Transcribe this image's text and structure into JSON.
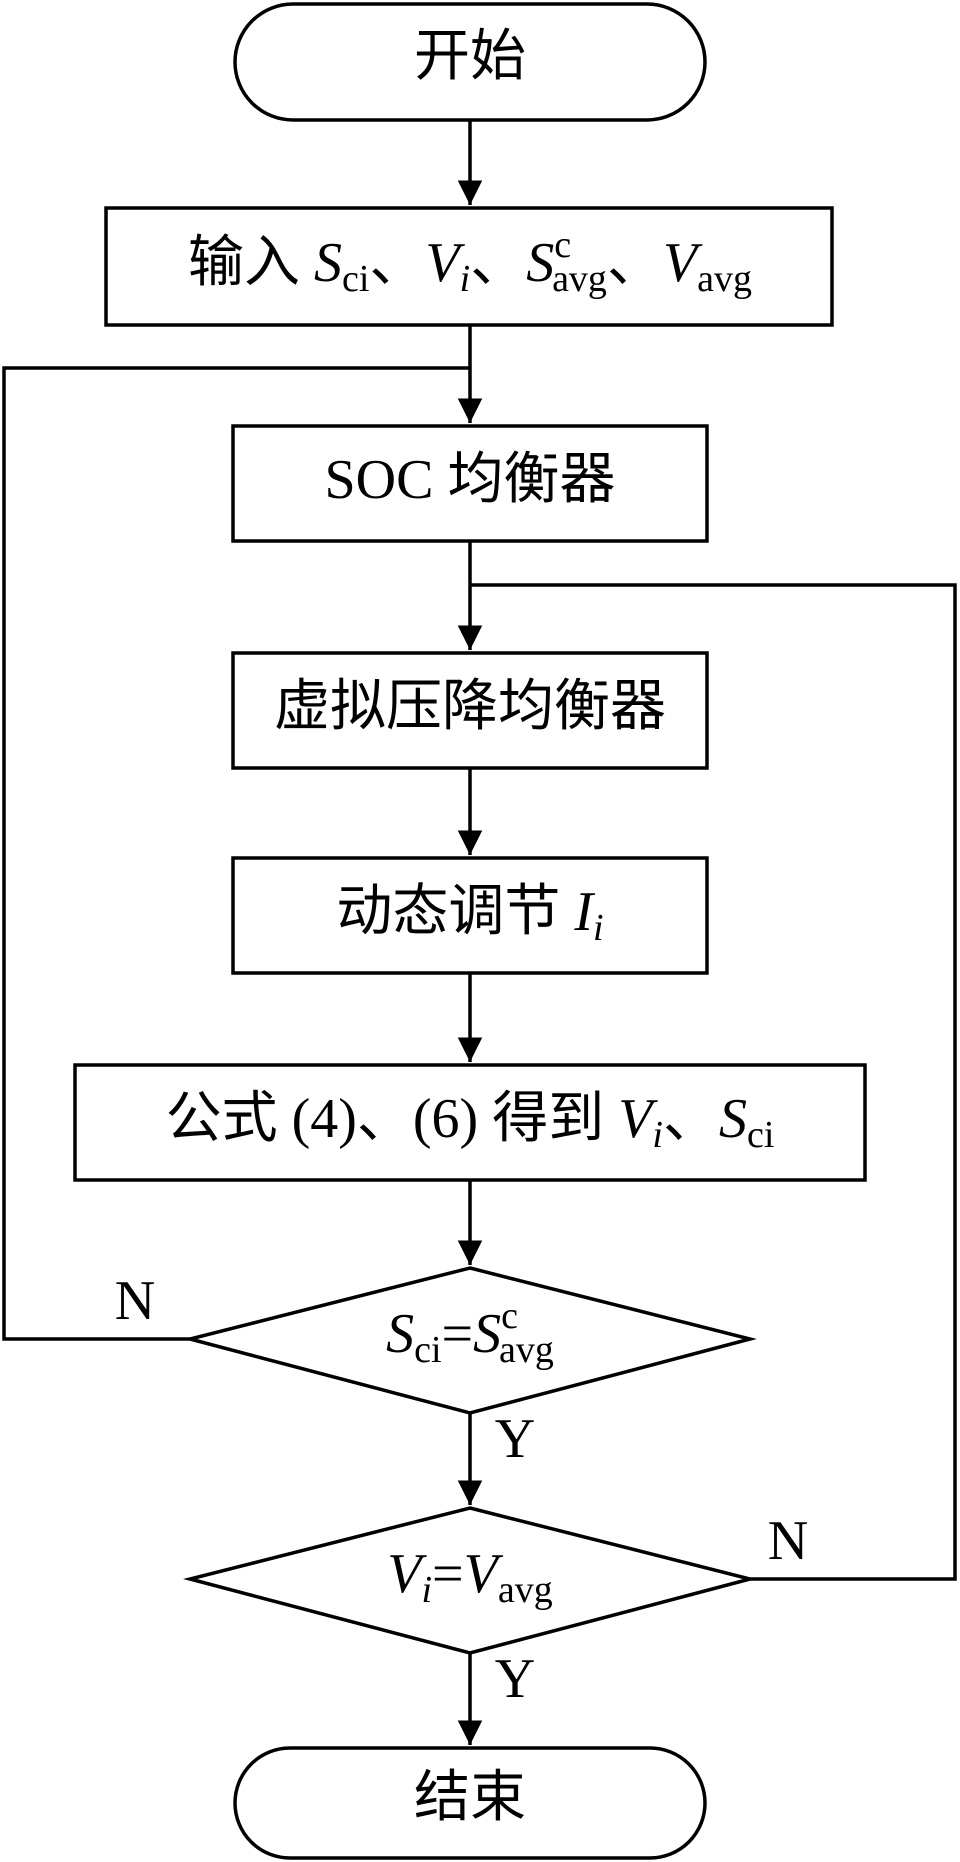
{
  "nodes": {
    "start": {
      "label": "开始"
    },
    "input": {
      "prefix": "输入 ",
      "sep": "、",
      "s_var": "S",
      "s_sub": "ci",
      "v_var": "V",
      "v_sub": "i",
      "savg_sup": "c",
      "avg_sub": "avg"
    },
    "soc": {
      "label": "SOC 均衡器"
    },
    "vdrop": {
      "label": "虚拟压降均衡器"
    },
    "dynamic": {
      "label": "动态调节 ",
      "var": "I",
      "sub": "i"
    },
    "formula": {
      "prefix": "公式 (4)、(6) 得到 ",
      "sep": "、"
    },
    "decision1": {
      "eq": "="
    },
    "decision2": {
      "eq": "="
    },
    "end": {
      "label": "结束"
    }
  },
  "edge_labels": {
    "d1_no": "N",
    "d1_yes": "Y",
    "d2_no": "N",
    "d2_yes": "Y"
  }
}
